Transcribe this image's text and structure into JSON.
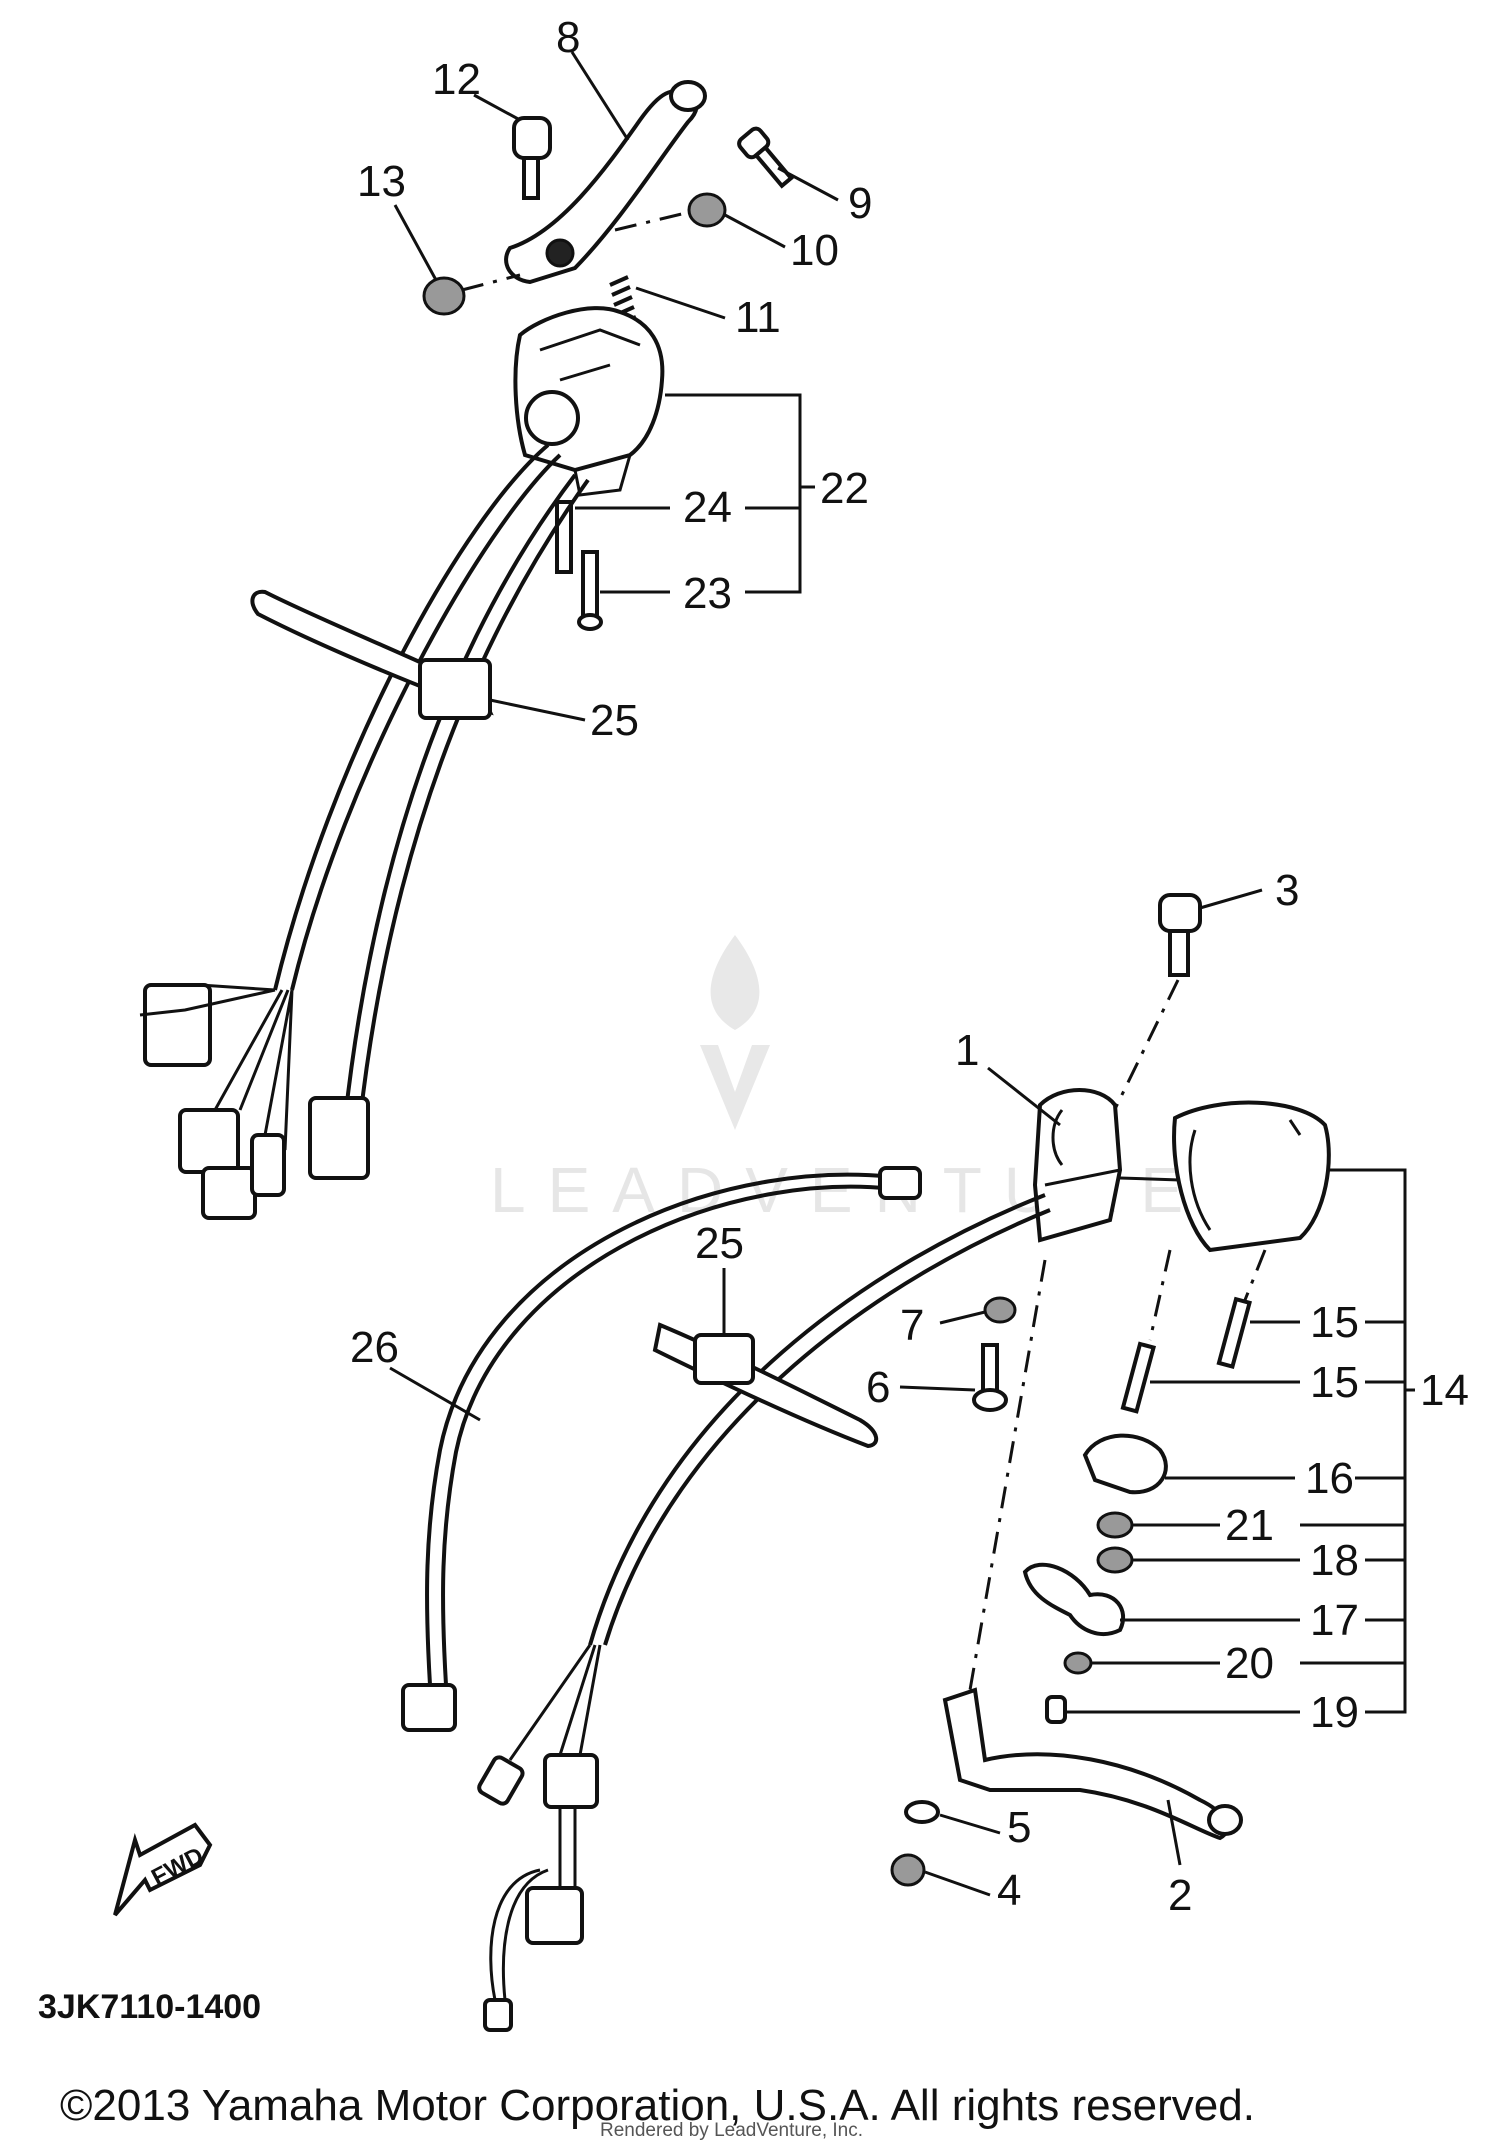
{
  "callouts": {
    "c1": "1",
    "c2": "2",
    "c3": "3",
    "c4": "4",
    "c5": "5",
    "c6": "6",
    "c7": "7",
    "c8": "8",
    "c9": "9",
    "c10": "10",
    "c11": "11",
    "c12": "12",
    "c13": "13",
    "c14": "14",
    "c15a": "15",
    "c15b": "15",
    "c16": "16",
    "c17": "17",
    "c18": "18",
    "c19": "19",
    "c20": "20",
    "c21": "21",
    "c22": "22",
    "c23": "23",
    "c24": "24",
    "c25a": "25",
    "c25b": "25",
    "c26": "26"
  },
  "badge": {
    "fwd": "FWD"
  },
  "footer": {
    "part_number": "3JK7110-1400",
    "copyright": "©2013 Yamaha Motor Corporation, U.S.A. All rights reserved.",
    "rendered_by": "Rendered by LeadVenture, Inc."
  },
  "watermark": {
    "text": "LEADVENTURE"
  }
}
